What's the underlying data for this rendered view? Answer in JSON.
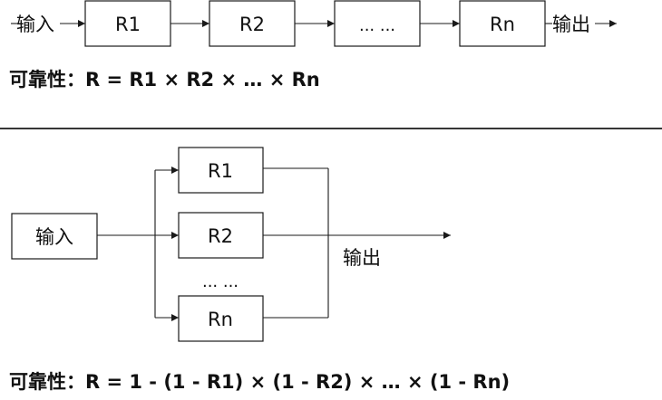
{
  "series_diagram": {
    "input_label": "输入",
    "blocks": [
      "R1",
      "R2",
      "... ...",
      "Rn"
    ],
    "output_label": "输出",
    "formula": "可靠性：R = R1 × R2  ×  …  × Rn"
  },
  "parallel_diagram": {
    "input_label": "输入",
    "blocks": [
      "R1",
      "R2",
      "Rn"
    ],
    "ellipsis": "... ...",
    "output_label": "输出",
    "formula": "可靠性：R = 1 - (1 - R1) × (1 - R2)  ×  …  × (1 - Rn)"
  },
  "colors": {
    "stroke": "#1a1a1a",
    "text": "#111111",
    "background": "#ffffff"
  }
}
